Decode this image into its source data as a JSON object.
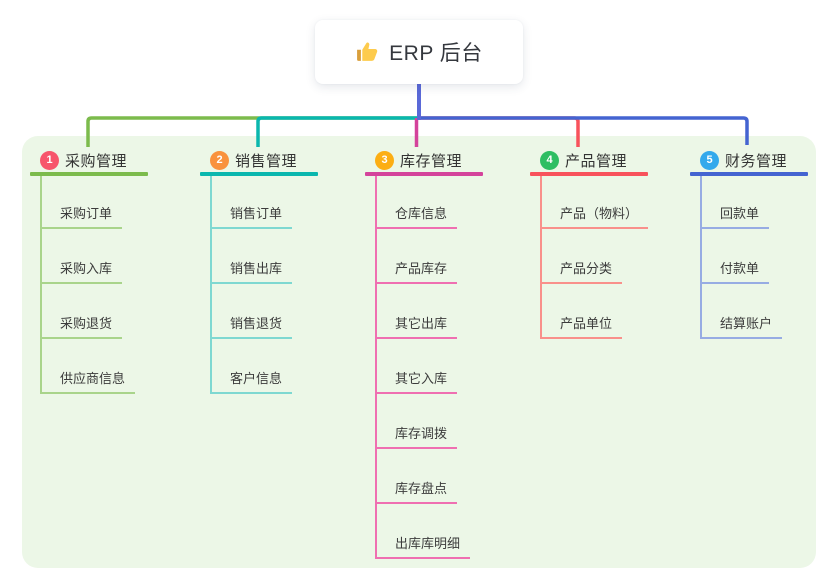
{
  "root": {
    "label": "ERP 后台",
    "icon": "thumbs-up-icon"
  },
  "branches": [
    {
      "badge": "1",
      "label": "采购管理",
      "badge_color": "#F7556B",
      "line_color": "#7CBB4C",
      "child_line_color": "#A9D48B",
      "children": [
        "采购订单",
        "采购入库",
        "采购退货",
        "供应商信息"
      ]
    },
    {
      "badge": "2",
      "label": "销售管理",
      "badge_color": "#F9923D",
      "line_color": "#0AB7AE",
      "child_line_color": "#7ED8D1",
      "children": [
        "销售订单",
        "销售出库",
        "销售退货",
        "客户信息"
      ]
    },
    {
      "badge": "3",
      "label": "库存管理",
      "badge_color": "#FCAE13",
      "line_color": "#D4439B",
      "child_line_color": "#EF6FB1",
      "children": [
        "仓库信息",
        "产品库存",
        "其它出库",
        "其它入库",
        "库存调拨",
        "库存盘点",
        "出库库明细"
      ]
    },
    {
      "badge": "4",
      "label": "产品管理",
      "badge_color": "#2EBE63",
      "line_color": "#F8525C",
      "child_line_color": "#F9908B",
      "children": [
        "产品（物料）",
        "产品分类",
        "产品单位"
      ]
    },
    {
      "badge": "5",
      "label": "财务管理",
      "badge_color": "#33A9EC",
      "line_color": "#4464D1",
      "child_line_color": "#97ACE3",
      "children": [
        "回款单",
        "付款单",
        "结算账户"
      ]
    }
  ],
  "colors": {
    "panel_bg": "#ECF7E7",
    "root_line": "#5A69D8",
    "text": "#333333",
    "thumb_hand": "#FDCB4D",
    "thumb_cuff": "#D99F3C"
  }
}
